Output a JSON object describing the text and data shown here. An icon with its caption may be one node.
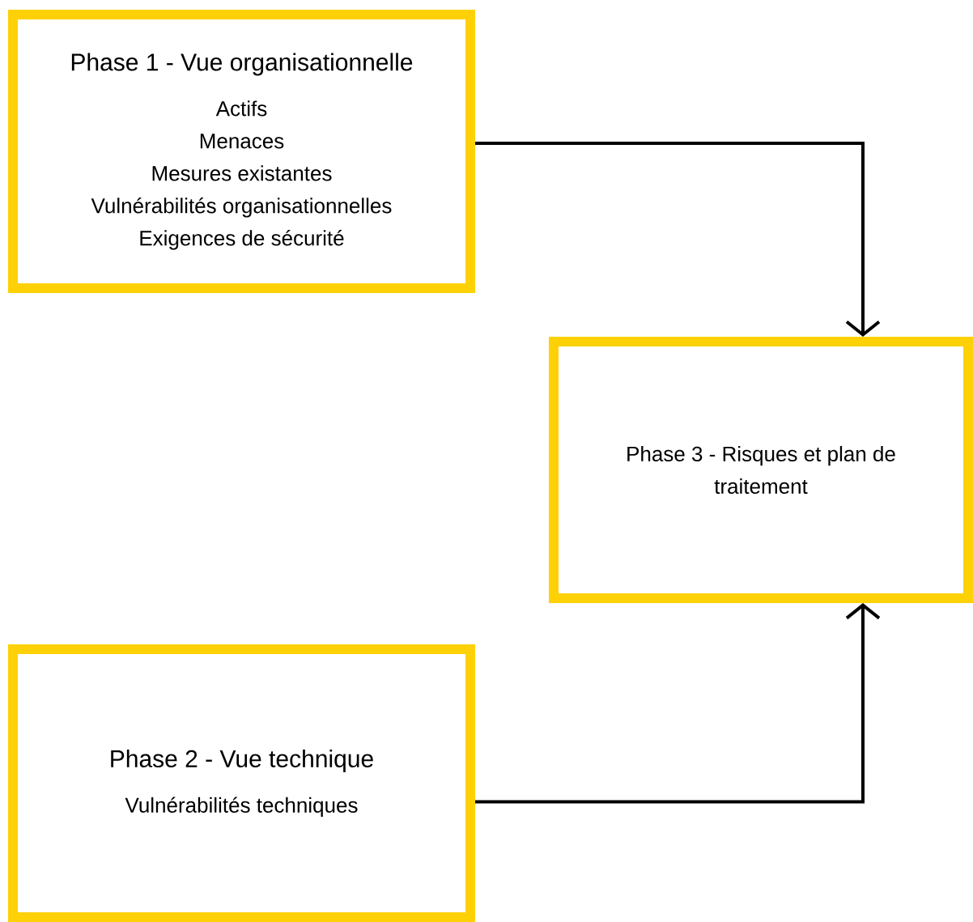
{
  "diagram": {
    "nodes": [
      {
        "text": [
          "Phase 1 - Vue organisationnelle",
          "Actifs",
          "Menaces",
          "Mesures existantes",
          "Vulnérabilités organisationnelles",
          "Exigences de sécurité"
        ]
      },
      {
        "text": [
          "Phase 2 - Vue technique",
          "Vulnérabilités techniques"
        ]
      },
      {
        "text": [
          "Phase 3 - Risques et plan de traitement"
        ]
      }
    ],
    "edges": [
      {
        "from": 0,
        "to": 2,
        "arrow": "to"
      },
      {
        "from": 1,
        "to": 2,
        "arrow": "to"
      }
    ]
  }
}
